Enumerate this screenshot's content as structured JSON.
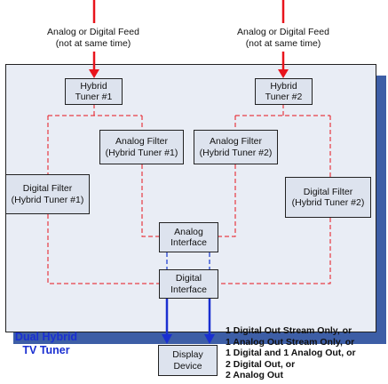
{
  "feeds": {
    "left": {
      "line1": "Analog or Digital Feed",
      "line2": "(not at same time)"
    },
    "right": {
      "line1": "Analog or Digital Feed",
      "line2": "(not at same time)"
    }
  },
  "boxes": {
    "tuner1": {
      "line1": "Hybrid",
      "line2": "Tuner #1"
    },
    "tuner2": {
      "line1": "Hybrid",
      "line2": "Tuner #2"
    },
    "analog_filter1": {
      "line1": "Analog Filter",
      "line2": "(Hybrid Tuner #1)"
    },
    "analog_filter2": {
      "line1": "Analog Filter",
      "line2": "(Hybrid Tuner #2)"
    },
    "digital_filter1": {
      "line1": "Digital Filter",
      "line2": "(Hybrid Tuner #1)"
    },
    "digital_filter2": {
      "line1": "Digital Filter",
      "line2": "(Hybrid Tuner #2)"
    },
    "analog_interface": {
      "line1": "Analog",
      "line2": "Interface"
    },
    "digital_interface": {
      "line1": "Digital",
      "line2": "Interface"
    },
    "display_device": {
      "line1": "Display",
      "line2": "Device"
    }
  },
  "title": {
    "line1": "Dual Hybrid",
    "line2": "TV Tuner"
  },
  "outputs": [
    "1 Digital Out Stream Only, or",
    "1 Analog Out Stream Only, or",
    "1 Digital and 1 Analog Out, or",
    "2 Digital Out, or",
    "2 Analog Out"
  ],
  "colors": {
    "feed_arrow": "#e8141c",
    "dashed_connector": "#e8141c",
    "interface_link": "#3d59d6",
    "output_arrow": "#1a2fd1",
    "title": "#1a2fd1",
    "panel": "#e9edf5",
    "panel_shadow": "#3d5ea6",
    "box_fill": "#dde3ee"
  }
}
